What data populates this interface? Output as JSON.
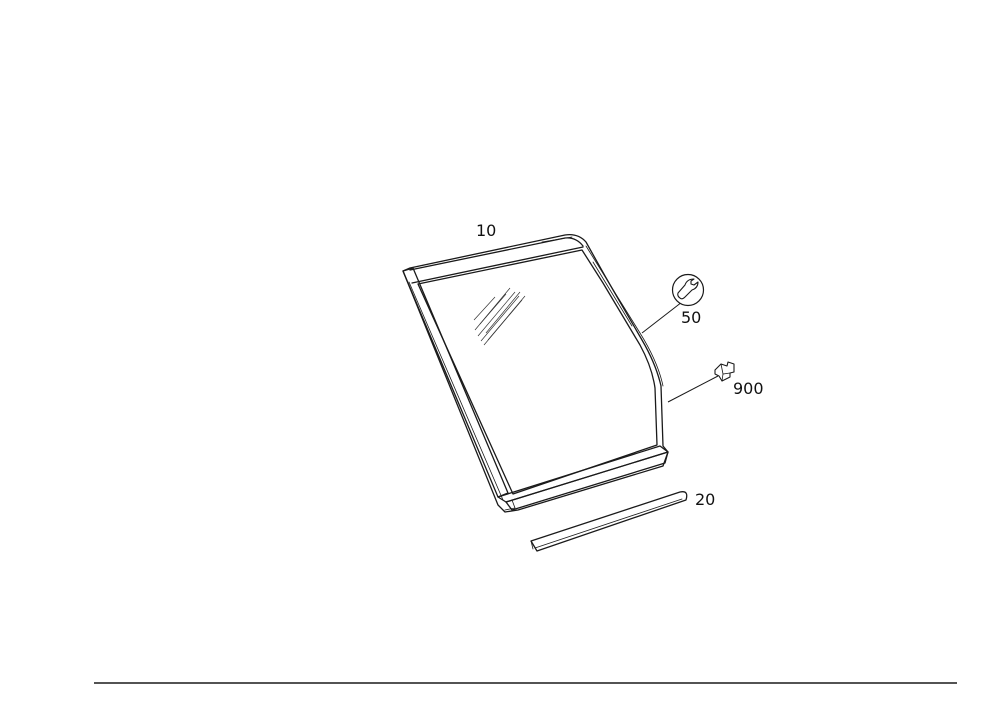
{
  "callouts": {
    "window": "10",
    "strip": "20",
    "tool": "50",
    "clip": "900"
  },
  "icons": {
    "tool": "wrench-icon",
    "clip": "clip-icon"
  },
  "colors": {
    "line": "#1a1a1a",
    "background": "#ffffff"
  }
}
